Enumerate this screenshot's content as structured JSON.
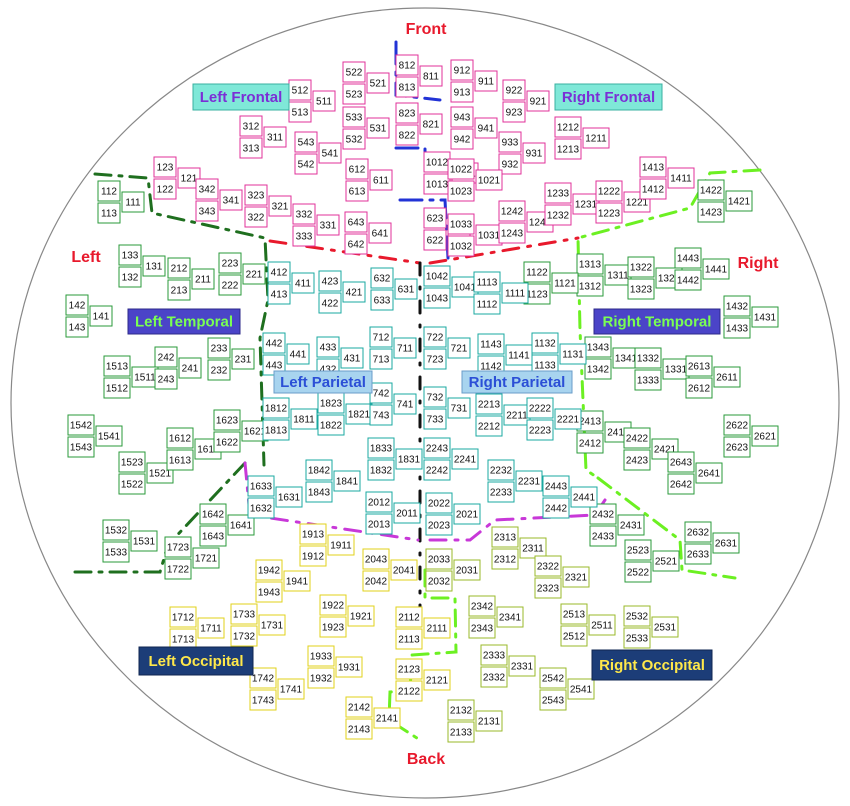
{
  "orientation": {
    "front": "Front",
    "back": "Back",
    "left": "Left",
    "right": "Right"
  },
  "colors": {
    "orientation_text": "#e8192c",
    "frontal": "#e0309a",
    "temporal": "#2a9a3a",
    "parietal": "#1aa8a0",
    "occipital_left": "#e0d21a",
    "occipital_right": "#9ab82a",
    "central": "#2a9a3a",
    "outline": "#888888"
  },
  "regions": [
    {
      "key": "left_frontal",
      "label": "Left Frontal",
      "bg": "#7fe8d8",
      "fg": "#7b2fd6",
      "border": "#3ab0a0"
    },
    {
      "key": "right_frontal",
      "label": "Right Frontal",
      "bg": "#7fe8d8",
      "fg": "#7b2fd6",
      "border": "#3ab0a0"
    },
    {
      "key": "left_temporal",
      "label": "Left Temporal",
      "bg": "#4b44c8",
      "fg": "#7aff52",
      "border": "#2d2a8a"
    },
    {
      "key": "right_temporal",
      "label": "Right Temporal",
      "bg": "#4b44c8",
      "fg": "#7aff52",
      "border": "#2d2a8a"
    },
    {
      "key": "left_parietal",
      "label": "Left Parietal",
      "bg": "#a8d4ef",
      "fg": "#2b4fd6",
      "border": "#6a9cc8"
    },
    {
      "key": "right_parietal",
      "label": "Right Parietal",
      "bg": "#a8d4ef",
      "fg": "#2b4fd6",
      "border": "#6a9cc8"
    },
    {
      "key": "left_occipital",
      "label": "Left Occipital",
      "bg": "#1c3d78",
      "fg": "#ffe84a",
      "border": "#0f2550"
    },
    {
      "key": "right_occipital",
      "label": "Right Occipital",
      "bg": "#1c3d78",
      "fg": "#ffe84a",
      "border": "#0f2550"
    }
  ],
  "sensors": [
    {
      "c": "frontal",
      "t": [
        "522",
        "523"
      ],
      "m": "521"
    },
    {
      "c": "frontal",
      "t": [
        "512",
        "513"
      ],
      "m": "511"
    },
    {
      "c": "frontal",
      "t": [
        "533",
        "532"
      ],
      "m": "531"
    },
    {
      "c": "frontal",
      "t": [
        "543",
        "542"
      ],
      "m": "541"
    },
    {
      "c": "frontal",
      "t": [
        "312",
        "313"
      ],
      "m": "311"
    },
    {
      "c": "frontal",
      "t": [
        "812",
        "813"
      ],
      "m": "811"
    },
    {
      "c": "frontal",
      "t": [
        "823",
        "822"
      ],
      "m": "821"
    },
    {
      "c": "frontal",
      "t": [
        "612",
        "613"
      ],
      "m": "611"
    },
    {
      "c": "frontal",
      "t": [
        "1012",
        "1013"
      ],
      "m": "1011"
    },
    {
      "c": "frontal",
      "t": [
        "123",
        "122"
      ],
      "m": "121"
    },
    {
      "c": "frontal",
      "t": [
        "342",
        "343"
      ],
      "m": "341"
    },
    {
      "c": "frontal",
      "t": [
        "323",
        "322"
      ],
      "m": "321"
    },
    {
      "c": "frontal",
      "t": [
        "332",
        "333"
      ],
      "m": "331"
    },
    {
      "c": "frontal",
      "t": [
        "643",
        "642"
      ],
      "m": "641"
    },
    {
      "c": "frontal",
      "t": [
        "623",
        "622"
      ],
      "m": "621"
    },
    {
      "c": "frontal",
      "t": [
        "912",
        "913"
      ],
      "m": "911"
    },
    {
      "c": "frontal",
      "t": [
        "922",
        "923"
      ],
      "m": "921"
    },
    {
      "c": "frontal",
      "t": [
        "943",
        "942"
      ],
      "m": "941"
    },
    {
      "c": "frontal",
      "t": [
        "933",
        "932"
      ],
      "m": "931"
    },
    {
      "c": "frontal",
      "t": [
        "1212",
        "1213"
      ],
      "m": "1211"
    },
    {
      "c": "frontal",
      "t": [
        "1022",
        "1023"
      ],
      "m": "1021"
    },
    {
      "c": "frontal",
      "t": [
        "1033",
        "1032"
      ],
      "m": "1031"
    },
    {
      "c": "frontal",
      "t": [
        "1242",
        "1243"
      ],
      "m": "1241"
    },
    {
      "c": "frontal",
      "t": [
        "1233",
        "1232"
      ],
      "m": "1231"
    },
    {
      "c": "frontal",
      "t": [
        "1222",
        "1223"
      ],
      "m": "1221"
    },
    {
      "c": "frontal",
      "t": [
        "1413",
        "1412"
      ],
      "m": "1411"
    },
    {
      "c": "temporal",
      "t": [
        "112",
        "113"
      ],
      "m": "111"
    },
    {
      "c": "temporal",
      "t": [
        "133",
        "132"
      ],
      "m": "131"
    },
    {
      "c": "temporal",
      "t": [
        "212",
        "213"
      ],
      "m": "211"
    },
    {
      "c": "temporal",
      "t": [
        "223",
        "222"
      ],
      "m": "221"
    },
    {
      "c": "temporal",
      "t": [
        "142",
        "143"
      ],
      "m": "141"
    },
    {
      "c": "temporal",
      "t": [
        "1313",
        "1312"
      ],
      "m": "1311"
    },
    {
      "c": "temporal",
      "t": [
        "1322",
        "1323"
      ],
      "m": "1321"
    },
    {
      "c": "temporal",
      "t": [
        "1443",
        "1442"
      ],
      "m": "1441"
    },
    {
      "c": "temporal",
      "t": [
        "1422",
        "1423"
      ],
      "m": "1421"
    },
    {
      "c": "temporal",
      "t": [
        "1432",
        "1433"
      ],
      "m": "1431"
    },
    {
      "c": "temporal",
      "t": [
        "1122",
        "1123"
      ],
      "m": "1121"
    },
    {
      "c": "temporal",
      "t": [
        "1513",
        "1512"
      ],
      "m": "1511"
    },
    {
      "c": "temporal",
      "t": [
        "242",
        "243"
      ],
      "m": "241"
    },
    {
      "c": "temporal",
      "t": [
        "233",
        "232"
      ],
      "m": "231"
    },
    {
      "c": "temporal",
      "t": [
        "1542",
        "1543"
      ],
      "m": "1541"
    },
    {
      "c": "temporal",
      "t": [
        "1523",
        "1522"
      ],
      "m": "1521"
    },
    {
      "c": "temporal",
      "t": [
        "1612",
        "1613"
      ],
      "m": "1611"
    },
    {
      "c": "temporal",
      "t": [
        "1623",
        "1622"
      ],
      "m": "1621"
    },
    {
      "c": "temporal",
      "t": [
        "1343",
        "1342"
      ],
      "m": "1341"
    },
    {
      "c": "temporal",
      "t": [
        "1332",
        "1333"
      ],
      "m": "1331"
    },
    {
      "c": "temporal",
      "t": [
        "2613",
        "2612"
      ],
      "m": "2611"
    },
    {
      "c": "temporal",
      "t": [
        "2622",
        "2623"
      ],
      "m": "2621"
    },
    {
      "c": "temporal",
      "t": [
        "2413",
        "2412"
      ],
      "m": "2411"
    },
    {
      "c": "temporal",
      "t": [
        "2422",
        "2423"
      ],
      "m": "2421"
    },
    {
      "c": "temporal",
      "t": [
        "2643",
        "2642"
      ],
      "m": "2641"
    },
    {
      "c": "temporal",
      "t": [
        "1532",
        "1533"
      ],
      "m": "1531"
    },
    {
      "c": "temporal",
      "t": [
        "1642",
        "1643"
      ],
      "m": "1641"
    },
    {
      "c": "temporal",
      "t": [
        "1723",
        "1722"
      ],
      "m": "1721"
    },
    {
      "c": "temporal",
      "t": [
        "2432",
        "2433"
      ],
      "m": "2431"
    },
    {
      "c": "temporal",
      "t": [
        "2523",
        "2522"
      ],
      "m": "2521"
    },
    {
      "c": "temporal",
      "t": [
        "2632",
        "2633"
      ],
      "m": "2631"
    },
    {
      "c": "parietal",
      "t": [
        "412",
        "413"
      ],
      "m": "411"
    },
    {
      "c": "parietal",
      "t": [
        "423",
        "422"
      ],
      "m": "421"
    },
    {
      "c": "parietal",
      "t": [
        "632",
        "633"
      ],
      "m": "631"
    },
    {
      "c": "parietal",
      "t": [
        "1042",
        "1043"
      ],
      "m": "1041"
    },
    {
      "c": "parietal",
      "t": [
        "1113",
        "1112"
      ],
      "m": "1111"
    },
    {
      "c": "parietal",
      "t": [
        "442",
        "443"
      ],
      "m": "441"
    },
    {
      "c": "parietal",
      "t": [
        "433",
        "432"
      ],
      "m": "431"
    },
    {
      "c": "parietal",
      "t": [
        "712",
        "713"
      ],
      "m": "711"
    },
    {
      "c": "parietal",
      "t": [
        "722",
        "723"
      ],
      "m": "721"
    },
    {
      "c": "parietal",
      "t": [
        "1143",
        "1142"
      ],
      "m": "1141"
    },
    {
      "c": "parietal",
      "t": [
        "1132",
        "1133"
      ],
      "m": "1131"
    },
    {
      "c": "parietal",
      "t": [
        "1812",
        "1813"
      ],
      "m": "1811"
    },
    {
      "c": "parietal",
      "t": [
        "1823",
        "1822"
      ],
      "m": "1821"
    },
    {
      "c": "parietal",
      "t": [
        "742",
        "743"
      ],
      "m": "741"
    },
    {
      "c": "parietal",
      "t": [
        "732",
        "733"
      ],
      "m": "731"
    },
    {
      "c": "parietal",
      "t": [
        "2213",
        "2212"
      ],
      "m": "2211"
    },
    {
      "c": "parietal",
      "t": [
        "2222",
        "2223"
      ],
      "m": "2221"
    },
    {
      "c": "parietal",
      "t": [
        "1833",
        "1832"
      ],
      "m": "1831"
    },
    {
      "c": "parietal",
      "t": [
        "2243",
        "2242"
      ],
      "m": "2241"
    },
    {
      "c": "parietal",
      "t": [
        "1842",
        "1843"
      ],
      "m": "1841"
    },
    {
      "c": "parietal",
      "t": [
        "2232",
        "2233"
      ],
      "m": "2231"
    },
    {
      "c": "parietal",
      "t": [
        "1633",
        "1632"
      ],
      "m": "1631"
    },
    {
      "c": "parietal",
      "t": [
        "2443",
        "2442"
      ],
      "m": "2441"
    },
    {
      "c": "parietal",
      "t": [
        "2012",
        "2013"
      ],
      "m": "2011"
    },
    {
      "c": "parietal",
      "t": [
        "2022",
        "2023"
      ],
      "m": "2021"
    },
    {
      "c": "occipital_left",
      "t": [
        "1913",
        "1912"
      ],
      "m": "1911"
    },
    {
      "c": "occipital_left",
      "t": [
        "2043",
        "2042"
      ],
      "m": "2041"
    },
    {
      "c": "occipital_left",
      "t": [
        "1942",
        "1943"
      ],
      "m": "1941"
    },
    {
      "c": "occipital_left",
      "t": [
        "1922",
        "1923"
      ],
      "m": "1921"
    },
    {
      "c": "occipital_left",
      "t": [
        "1712",
        "1713"
      ],
      "m": "1711"
    },
    {
      "c": "occipital_left",
      "t": [
        "1733",
        "1732"
      ],
      "m": "1731"
    },
    {
      "c": "occipital_left",
      "t": [
        "2112",
        "2113"
      ],
      "m": "2111"
    },
    {
      "c": "occipital_left",
      "t": [
        "1933",
        "1932"
      ],
      "m": "1931"
    },
    {
      "c": "occipital_left",
      "t": [
        "1742",
        "1743"
      ],
      "m": "1741"
    },
    {
      "c": "occipital_left",
      "t": [
        "2123",
        "2122"
      ],
      "m": "2121"
    },
    {
      "c": "occipital_left",
      "t": [
        "2142",
        "2143"
      ],
      "m": "2141"
    },
    {
      "c": "occipital_right",
      "t": [
        "2033",
        "2032"
      ],
      "m": "2031"
    },
    {
      "c": "occipital_right",
      "t": [
        "2313",
        "2312"
      ],
      "m": "2311"
    },
    {
      "c": "occipital_right",
      "t": [
        "2322",
        "2323"
      ],
      "m": "2321"
    },
    {
      "c": "occipital_right",
      "t": [
        "2342",
        "2343"
      ],
      "m": "2341"
    },
    {
      "c": "occipital_right",
      "t": [
        "2513",
        "2512"
      ],
      "m": "2511"
    },
    {
      "c": "occipital_right",
      "t": [
        "2532",
        "2533"
      ],
      "m": "2531"
    },
    {
      "c": "occipital_right",
      "t": [
        "2333",
        "2332"
      ],
      "m": "2331"
    },
    {
      "c": "occipital_right",
      "t": [
        "2542",
        "2543"
      ],
      "m": "2541"
    },
    {
      "c": "occipital_right",
      "t": [
        "2132",
        "2133"
      ],
      "m": "2131"
    }
  ]
}
